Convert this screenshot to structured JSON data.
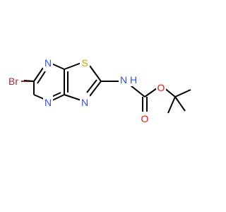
{
  "molecule": {
    "atoms": {
      "br": "Br",
      "n_ring_top": "N",
      "s_ring": "S",
      "n_ring_bottom": "N",
      "n_thiazole": "N",
      "nh_n": "N",
      "nh_h": "H",
      "o_carbonyl": "O",
      "o_ester": "O"
    },
    "colors": {
      "carbon_bond": "#000000",
      "bromine": "#a52a2a",
      "nitrogen": "#3050f8",
      "sulfur": "#c8a800",
      "oxygen": "#ff0d0d"
    }
  }
}
